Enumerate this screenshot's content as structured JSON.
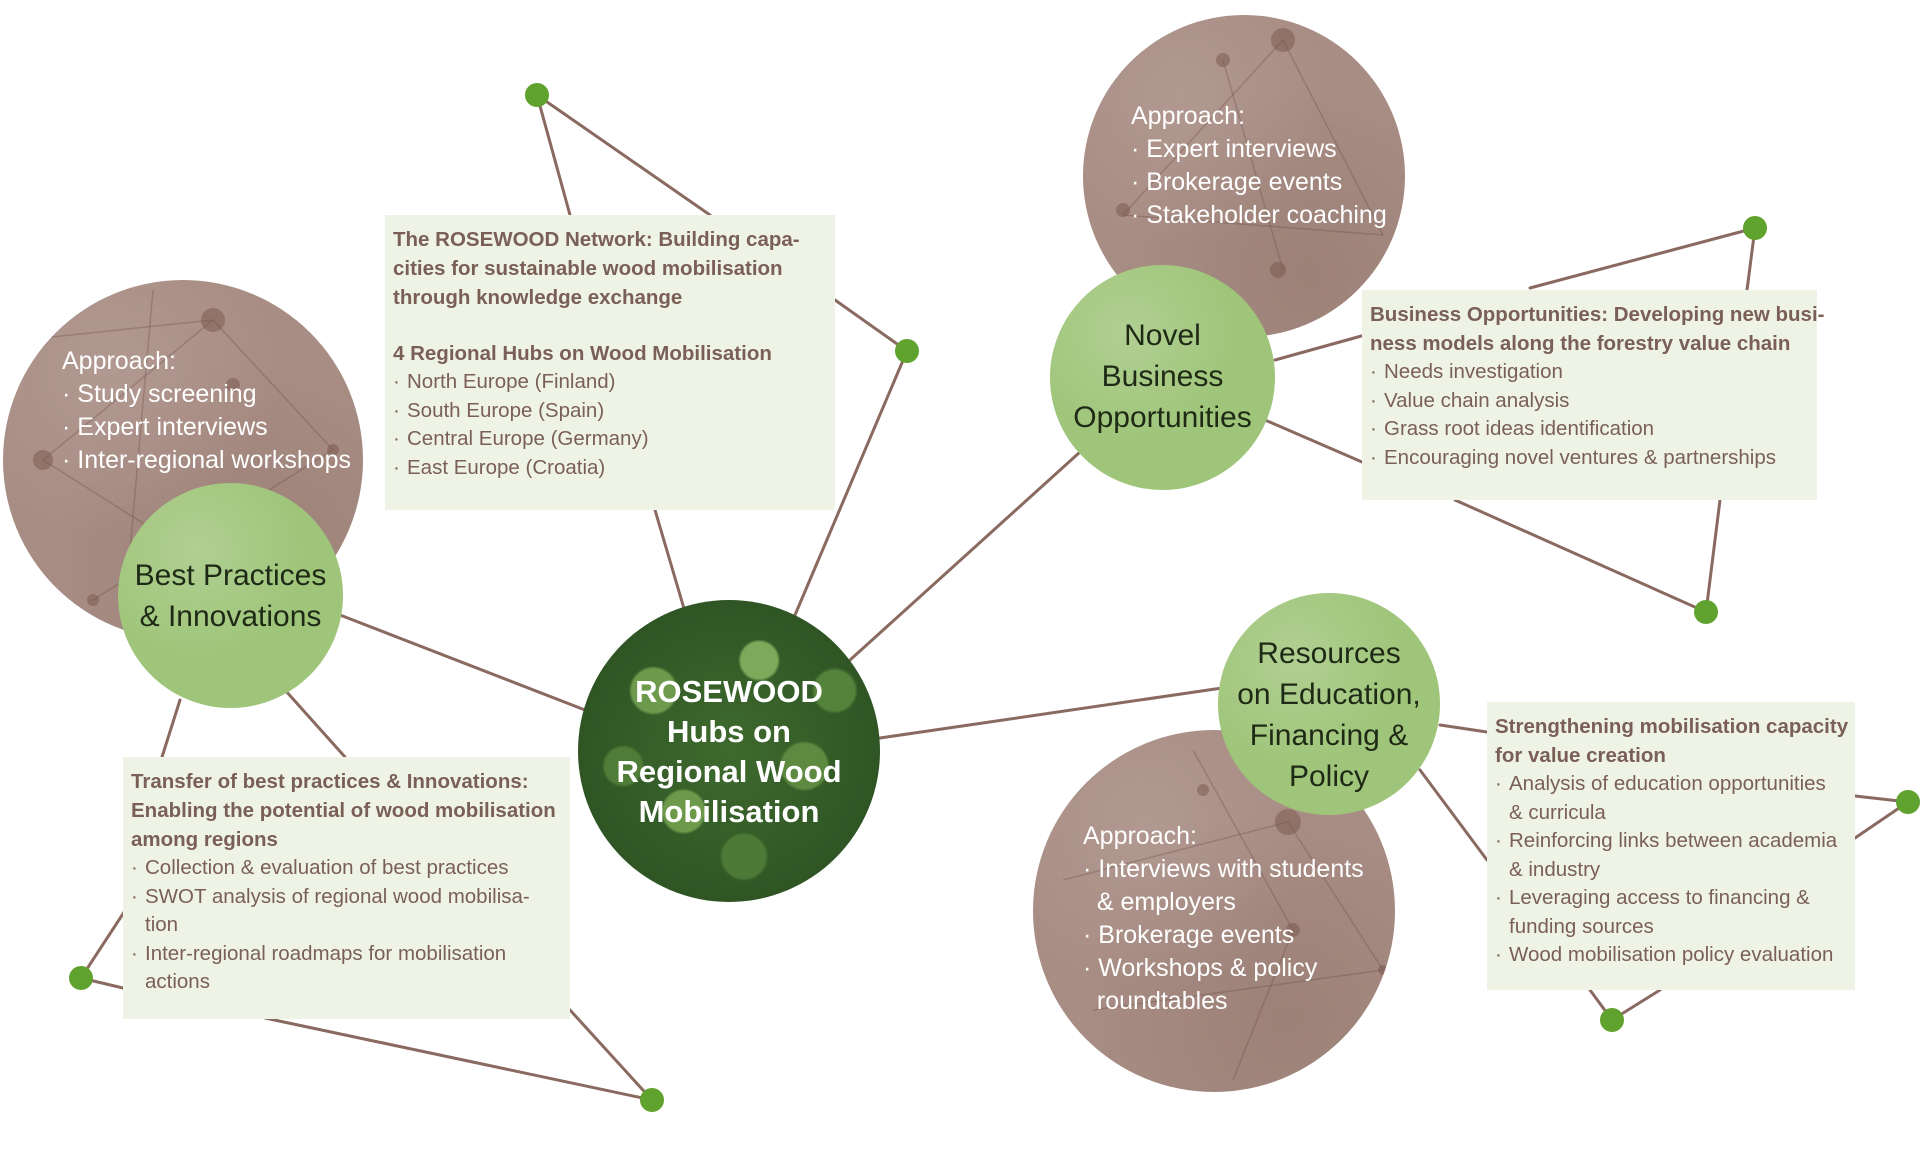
{
  "diagram": {
    "center": {
      "title_lines": [
        "ROSEWOOD",
        "Hubs on",
        "Regional Wood",
        "Mobilisation"
      ]
    },
    "network_box": {
      "title_lines": [
        "The ROSEWOOD Network: Building capa-",
        "cities for sustainable wood mobilisation",
        "through knowledge exchange"
      ],
      "subtitle": "4 Regional Hubs on Wood Mobilisation",
      "items": [
        "North Europe (Finland)",
        "South Europe (Spain)",
        "Central Europe (Germany)",
        "East Europe (Croatia)"
      ]
    },
    "best_practices": {
      "title_lines": [
        "Best Practices",
        "& Innovations"
      ],
      "approach_heading": "Approach:",
      "approach_items": [
        "Study screening",
        "Expert interviews",
        "Inter-regional workshops"
      ],
      "box_title_lines": [
        "Transfer of best practices & Innovations:",
        "Enabling the potential of wood mobilisation",
        "among regions"
      ],
      "box_items": [
        [
          "Collection & evaluation of best practices"
        ],
        [
          "SWOT analysis of regional wood mobilisa-",
          "tion"
        ],
        [
          "Inter-regional roadmaps for mobilisation",
          "actions"
        ]
      ]
    },
    "business": {
      "title_lines": [
        "Novel",
        "Business",
        "Opportunities"
      ],
      "approach_heading": "Approach:",
      "approach_items": [
        "Expert interviews",
        "Brokerage events",
        "Stakeholder coaching"
      ],
      "box_title_lines": [
        "Business Opportunities: Developing new busi-",
        "ness models along the forestry value chain"
      ],
      "box_items": [
        [
          "Needs investigation"
        ],
        [
          "Value chain analysis"
        ],
        [
          "Grass root ideas identification"
        ],
        [
          "Encouraging novel ventures & partnerships"
        ]
      ]
    },
    "resources": {
      "title_lines": [
        "Resources",
        "on Education,",
        "Financing &",
        "Policy"
      ],
      "approach_heading": "Approach:",
      "approach_items": [
        [
          "Interviews with students",
          "& employers"
        ],
        [
          "Brokerage events"
        ],
        [
          "Workshops &  policy",
          "roundtables"
        ]
      ],
      "box_title_lines": [
        "Strengthening mobilisation capacity",
        "for value creation"
      ],
      "box_items": [
        [
          "Analysis of education opportunities",
          "& curricula"
        ],
        [
          "Reinforcing links between academia",
          "& industry"
        ],
        [
          "Leveraging access to financing &",
          "funding sources"
        ],
        [
          "Wood mobilisation policy evaluation"
        ]
      ]
    },
    "colors": {
      "line": "#8a6a60",
      "node_dot": "#5fa22d",
      "brown_circle": "#a88d84",
      "green_circle": "#9fc57a",
      "box_bg": "#eef3e5",
      "box_text": "#7a5f57"
    }
  }
}
